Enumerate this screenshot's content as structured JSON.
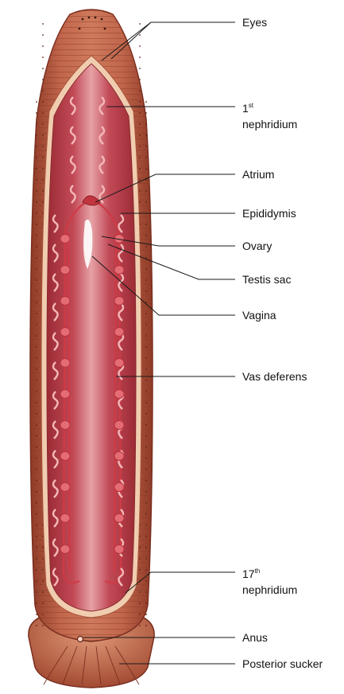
{
  "title": "",
  "colors": {
    "body_fill": "#b5563f",
    "body_stroke": "#7a2e1e",
    "inner_rim": "#f2d3b6",
    "cavity": "#c0505a",
    "organ": "#d9434f",
    "leader_line": "#1a1a1a"
  },
  "labels": {
    "eyes": "Eyes",
    "first_nephridium_num": "1",
    "first_nephridium_sup": "st",
    "first_nephridium_word": "nephridium",
    "atrium": "Atrium",
    "epididymis": "Epididymis",
    "ovary": "Ovary",
    "testis_sac": "Testis sac",
    "vagina": "Vagina",
    "vas_deferens": "Vas deferens",
    "last_nephridium_num": "17",
    "last_nephridium_sup": "th",
    "last_nephridium_word": "nephridium",
    "anus": "Anus",
    "posterior_sucker": "Posterior sucker"
  }
}
